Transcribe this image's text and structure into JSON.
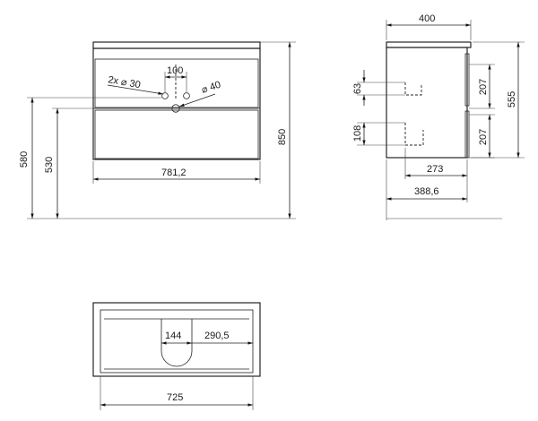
{
  "front_view": {
    "dim_width": "781,2",
    "dim_tap_spacing": "100",
    "dim_tap_holes": "2x ⌀ 30",
    "dim_drain_hole": "⌀ 40",
    "dim_total_height": "850",
    "dim_580": "580",
    "dim_530": "530"
  },
  "side_view": {
    "dim_depth_top": "400",
    "dim_depth_bottom": "388,6",
    "dim_inner": "273",
    "dim_height": "555",
    "dim_drawer_upper": "207",
    "dim_drawer_lower": "207",
    "dim_63": "63",
    "dim_108": "108"
  },
  "top_view": {
    "dim_144": "144",
    "dim_290_5": "290,5",
    "dim_width": "725"
  }
}
